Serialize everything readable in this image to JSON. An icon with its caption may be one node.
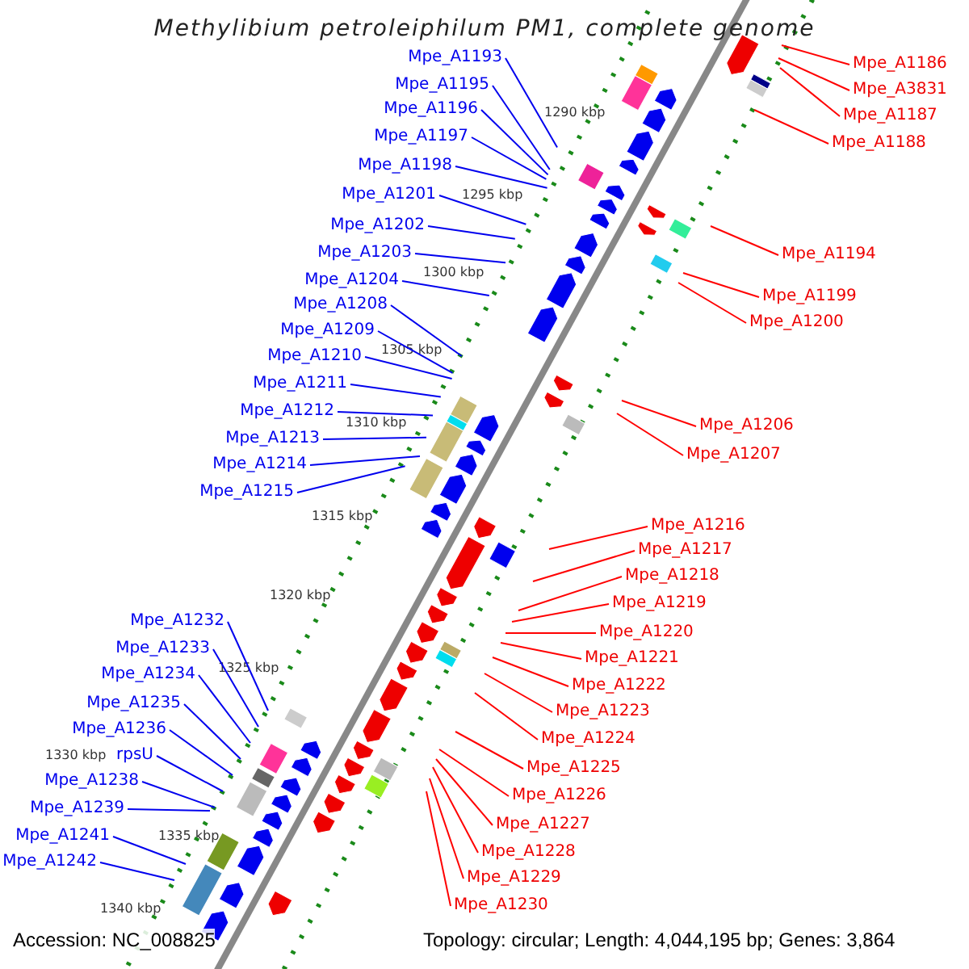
{
  "diagram": {
    "title": "Methylibium petroleiphilum PM1, complete genome",
    "nodes": [
      {
        "text": [
          "Mpe_A1193"
        ]
      },
      {
        "text": [
          "Mpe_A1195"
        ]
      },
      {
        "text": [
          "Mpe_A1196"
        ]
      },
      {
        "text": [
          "Mpe_A1197"
        ]
      },
      {
        "text": [
          "Mpe_A1198"
        ]
      },
      {
        "text": [
          "Mpe_A1201"
        ]
      },
      {
        "text": [
          "Mpe_A1202"
        ]
      },
      {
        "text": [
          "Mpe_A1203"
        ]
      },
      {
        "text": [
          "Mpe_A1204"
        ]
      },
      {
        "text": [
          "Mpe_A1208"
        ]
      },
      {
        "text": [
          "Mpe_A1209"
        ]
      },
      {
        "text": [
          "Mpe_A1210"
        ]
      },
      {
        "text": [
          "Mpe_A1211"
        ]
      },
      {
        "text": [
          "Mpe_A1212"
        ]
      },
      {
        "text": [
          "Mpe_A1213"
        ]
      },
      {
        "text": [
          "Mpe_A1214"
        ]
      },
      {
        "text": [
          "Mpe_A1215"
        ]
      },
      {
        "text": [
          "Mpe_A1232"
        ]
      },
      {
        "text": [
          "Mpe_A1233"
        ]
      },
      {
        "text": [
          "Mpe_A1234"
        ]
      },
      {
        "text": [
          "Mpe_A1235"
        ]
      },
      {
        "text": [
          "Mpe_A1236"
        ]
      },
      {
        "text": [
          "rpsU"
        ]
      },
      {
        "text": [
          "Mpe_A1238"
        ]
      },
      {
        "text": [
          "Mpe_A1239"
        ]
      },
      {
        "text": [
          "Mpe_A1241"
        ]
      },
      {
        "text": [
          "Mpe_A1242"
        ]
      },
      {
        "text": [
          "Mpe_A1186"
        ]
      },
      {
        "text": [
          "Mpe_A3831"
        ]
      },
      {
        "text": [
          "Mpe_A1187"
        ]
      },
      {
        "text": [
          "Mpe_A1188"
        ]
      },
      {
        "text": [
          "Mpe_A1194"
        ]
      },
      {
        "text": [
          "Mpe_A1199"
        ]
      },
      {
        "text": [
          "Mpe_A1200"
        ]
      },
      {
        "text": [
          "Mpe_A1206"
        ]
      },
      {
        "text": [
          "Mpe_A1207"
        ]
      },
      {
        "text": [
          "Mpe_A1216"
        ]
      },
      {
        "text": [
          "Mpe_A1217"
        ]
      },
      {
        "text": [
          "Mpe_A1218"
        ]
      },
      {
        "text": [
          "Mpe_A1219"
        ]
      },
      {
        "text": [
          "Mpe_A1220"
        ]
      },
      {
        "text": [
          "Mpe_A1221"
        ]
      },
      {
        "text": [
          "Mpe_A1222"
        ]
      },
      {
        "text": [
          "Mpe_A1223"
        ]
      },
      {
        "text": [
          "Mpe_A1224"
        ]
      },
      {
        "text": [
          "Mpe_A1225"
        ]
      },
      {
        "text": [
          "Mpe_A1226"
        ]
      },
      {
        "text": [
          "Mpe_A1227"
        ]
      },
      {
        "text": [
          "Mpe_A1228"
        ]
      },
      {
        "text": [
          "Mpe_A1229"
        ]
      },
      {
        "text": [
          "Mpe_A1230"
        ]
      }
    ],
    "edges": [
      {
        "from": 0,
        "to": null,
        "arrow": "none"
      },
      {
        "from": 1,
        "to": null,
        "arrow": "none"
      },
      {
        "from": 2,
        "to": null,
        "arrow": "none"
      },
      {
        "from": 3,
        "to": null,
        "arrow": "none"
      },
      {
        "from": 4,
        "to": null,
        "arrow": "none"
      },
      {
        "from": 5,
        "to": null,
        "arrow": "none"
      },
      {
        "from": 6,
        "to": null,
        "arrow": "none"
      },
      {
        "from": 7,
        "to": null,
        "arrow": "none"
      },
      {
        "from": 8,
        "to": null,
        "arrow": "none"
      },
      {
        "from": 9,
        "to": null,
        "arrow": "none"
      },
      {
        "from": 10,
        "to": null,
        "arrow": "none"
      },
      {
        "from": 11,
        "to": null,
        "arrow": "none"
      },
      {
        "from": 12,
        "to": null,
        "arrow": "none"
      },
      {
        "from": 13,
        "to": null,
        "arrow": "none"
      },
      {
        "from": 14,
        "to": null,
        "arrow": "none"
      },
      {
        "from": 15,
        "to": null,
        "arrow": "none"
      },
      {
        "from": 16,
        "to": null,
        "arrow": "none"
      },
      {
        "from": 17,
        "to": null,
        "arrow": "none"
      },
      {
        "from": 18,
        "to": null,
        "arrow": "none"
      },
      {
        "from": 19,
        "to": null,
        "arrow": "none"
      },
      {
        "from": 20,
        "to": null,
        "arrow": "none"
      },
      {
        "from": 21,
        "to": null,
        "arrow": "none"
      },
      {
        "from": 22,
        "to": null,
        "arrow": "none"
      },
      {
        "from": 23,
        "to": null,
        "arrow": "none"
      },
      {
        "from": 24,
        "to": null,
        "arrow": "none"
      },
      {
        "from": 25,
        "to": null,
        "arrow": "none"
      },
      {
        "from": 26,
        "to": null,
        "arrow": "none"
      },
      {
        "from": 27,
        "to": null,
        "arrow": "none",
        "color": "#ff0000"
      },
      {
        "from": 28,
        "to": null,
        "arrow": "none",
        "color": "#ff0000"
      },
      {
        "from": 29,
        "to": null,
        "arrow": "none",
        "color": "#ff0000"
      },
      {
        "from": 30,
        "to": null,
        "arrow": "none",
        "color": "#ff0000"
      },
      {
        "from": 31,
        "to": null,
        "arrow": "none",
        "color": "#ff0000"
      },
      {
        "from": 32,
        "to": null,
        "arrow": "none",
        "color": "#ff0000"
      },
      {
        "from": 33,
        "to": null,
        "arrow": "none",
        "color": "#ff0000"
      },
      {
        "from": 34,
        "to": null,
        "arrow": "none",
        "color": "#ff0000"
      },
      {
        "from": 35,
        "to": null,
        "arrow": "none",
        "color": "#ff0000"
      },
      {
        "from": 36,
        "to": null,
        "arrow": "none",
        "color": "#ff0000"
      },
      {
        "from": 37,
        "to": null,
        "arrow": "none",
        "color": "#ff0000"
      },
      {
        "from": 38,
        "to": null,
        "arrow": "none",
        "color": "#ff0000"
      },
      {
        "from": 39,
        "to": null,
        "arrow": "none",
        "color": "#ff0000"
      },
      {
        "from": 40,
        "to": null,
        "arrow": "none",
        "color": "#ff0000"
      },
      {
        "from": 41,
        "to": null,
        "arrow": "none",
        "color": "#ff0000"
      },
      {
        "from": 42,
        "to": null,
        "arrow": "none",
        "color": "#ff0000"
      },
      {
        "from": 43,
        "to": null,
        "arrow": "none",
        "color": "#ff0000"
      },
      {
        "from": 44,
        "to": null,
        "arrow": "none",
        "color": "#ff0000"
      },
      {
        "from": 45,
        "to": null,
        "arrow": "none",
        "color": "#ff0000"
      },
      {
        "from": 46,
        "to": null,
        "arrow": "none",
        "color": "#ff0000"
      },
      {
        "from": 47,
        "to": null,
        "arrow": "none",
        "color": "#ff0000"
      },
      {
        "from": 48,
        "to": null,
        "arrow": "none",
        "color": "#ff0000"
      },
      {
        "from": 49,
        "to": null,
        "arrow": "none",
        "color": "#ff0000"
      },
      {
        "from": 50,
        "to": null,
        "arrow": "none",
        "color": "#ff0000"
      }
    ],
    "labels": [
      "1290 kbp",
      "1295 kbp",
      "1300 kbp",
      "1305 kbp",
      "1310 kbp",
      "1315 kbp",
      "1320 kbp",
      "1325 kbp",
      "1330 kbp",
      "1335 kbp",
      "1340 kbp",
      "Accession: NC_008825",
      "Topology: circular; Length: 4,044,195 bp; Genes: 3,864"
    ]
  }
}
